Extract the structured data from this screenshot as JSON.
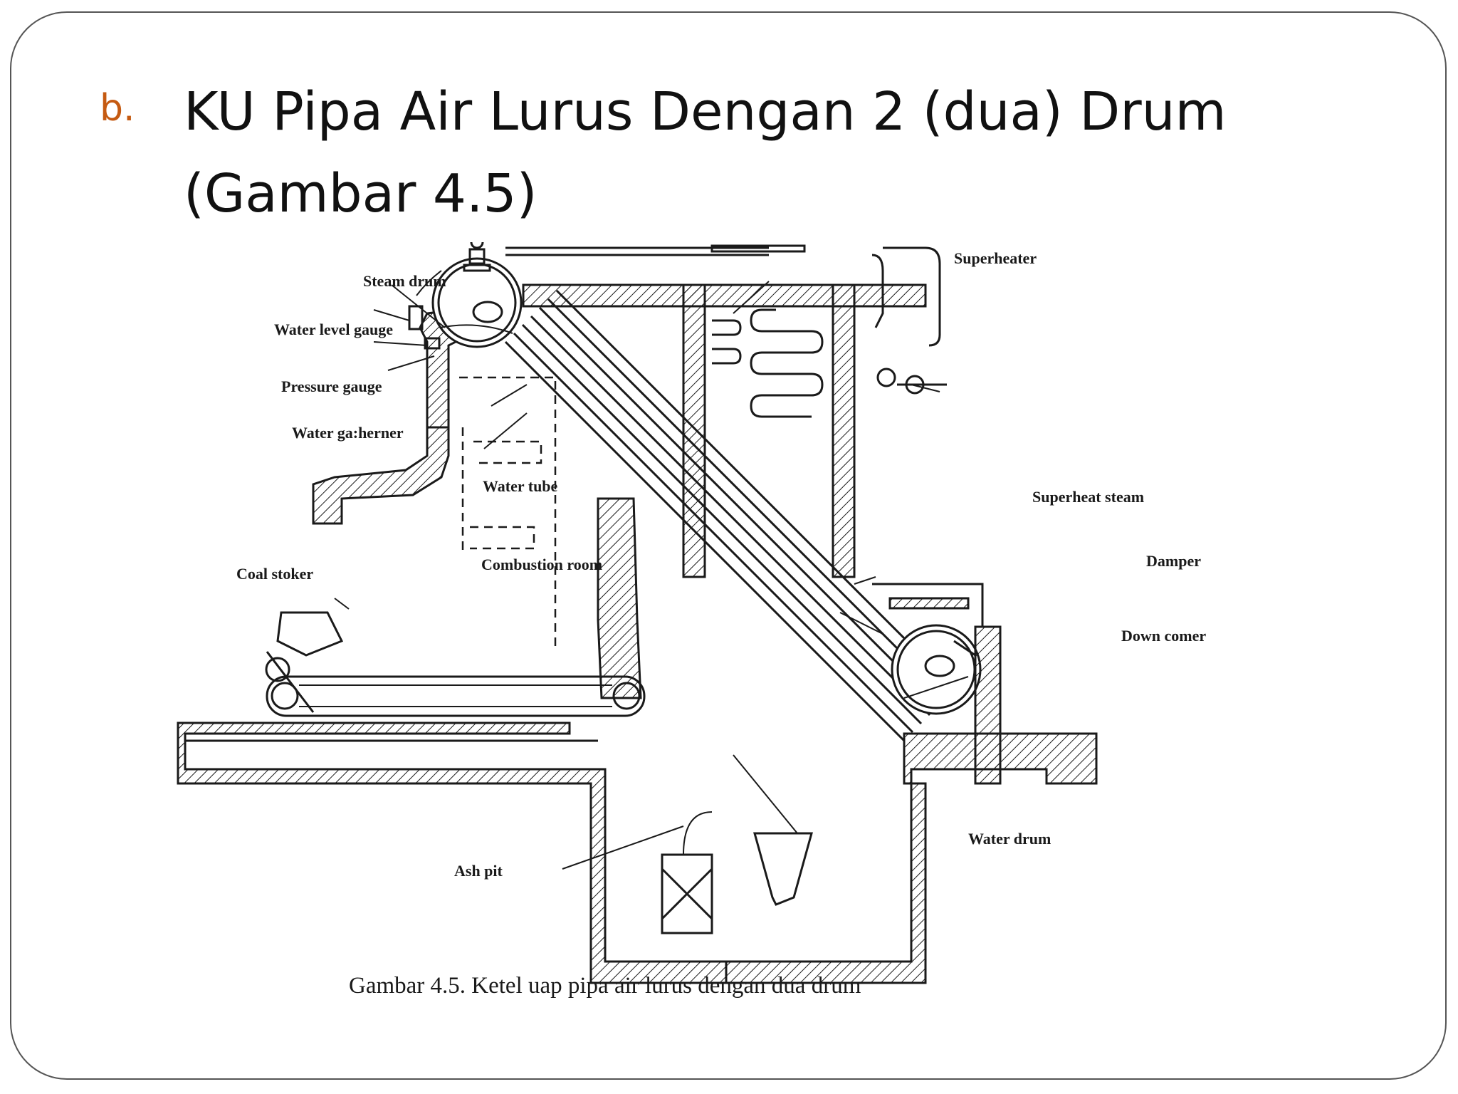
{
  "slide": {
    "bullet": "b.",
    "title": "KU Pipa Air Lurus Dengan 2 (dua) Drum (Gambar 4.5)"
  },
  "diagram": {
    "labels": {
      "steam_drum": "Steam drum",
      "water_level_gauge": "Water level gauge",
      "pressure_gauge": "Pressure gauge",
      "water_gatherer": "Water ga:herner",
      "water_tube": "Water tube",
      "combustion_room": "Combustion room",
      "coal_stoker": "Coal stoker",
      "superheater": "Superheater",
      "superheat_steam": "Superheat steam",
      "damper": "Damper",
      "down_comer": "Down comer",
      "water_drum": "Water drum",
      "ash_pit": "Ash pit"
    },
    "caption": "Gambar 4.5. Ketel uap pipa air lurus dengan dua drum"
  }
}
